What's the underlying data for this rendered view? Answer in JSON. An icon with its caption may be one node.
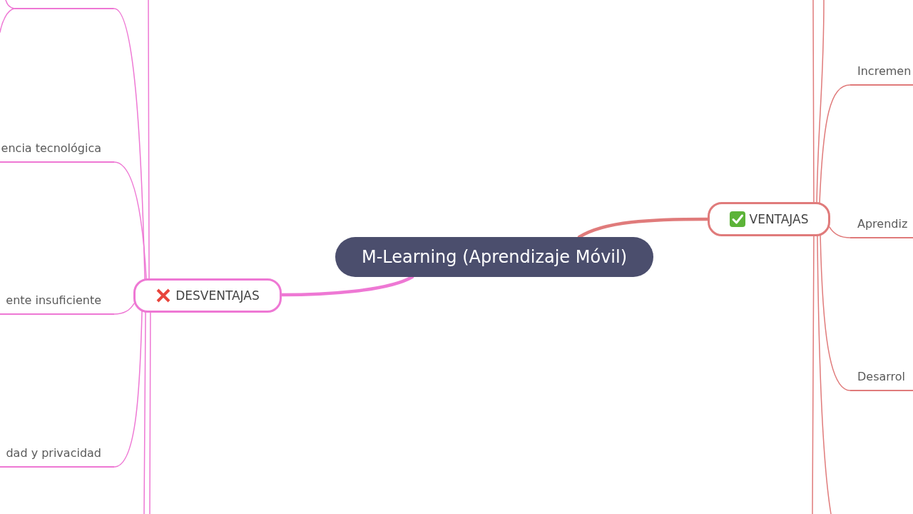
{
  "diagram": {
    "nodes": [
      {
        "text": [
          "M-Learning (Aprendizaje Móvil)"
        ]
      },
      {
        "text": [
          "DESVENTAJAS"
        ]
      },
      {
        "text": [],
        "shape": "bar"
      },
      {
        "text": [
          "encia tecnológica"
        ]
      },
      {
        "text": [
          "ente insuficiente"
        ]
      },
      {
        "text": [
          "dad y privacidad"
        ]
      },
      {
        "text": [
          "VENTAJAS"
        ]
      },
      {
        "text": [
          "Incremen"
        ]
      },
      {
        "text": [
          "Aprendiz"
        ]
      },
      {
        "text": [
          "Desarrol"
        ]
      }
    ],
    "edges": [
      {
        "from": 0,
        "to": 1,
        "arrow": "none",
        "style": "thick"
      },
      {
        "from": 1,
        "to": 2,
        "arrow": "none"
      },
      {
        "from": 1,
        "to": 3,
        "arrow": "none"
      },
      {
        "from": 1,
        "to": 4,
        "arrow": "none"
      },
      {
        "from": 1,
        "to": 5,
        "arrow": "none"
      },
      {
        "from": 1,
        "to": null,
        "arrow": "none"
      },
      {
        "from": 1,
        "to": null,
        "arrow": "none"
      },
      {
        "from": 1,
        "to": null,
        "arrow": "none"
      },
      {
        "from": 2,
        "to": null,
        "arrow": "none"
      },
      {
        "from": 2,
        "to": null,
        "arrow": "none"
      },
      {
        "from": 0,
        "to": 6,
        "arrow": "none",
        "style": "thick",
        "color": "#e07b7b"
      },
      {
        "from": 6,
        "to": 7,
        "arrow": "none",
        "color": "#e07b7b"
      },
      {
        "from": 6,
        "to": 8,
        "arrow": "none",
        "color": "#e07b7b"
      },
      {
        "from": 6,
        "to": 9,
        "arrow": "none",
        "color": "#e07b7b"
      },
      {
        "from": 6,
        "to": null,
        "arrow": "none",
        "color": "#e07b7b"
      },
      {
        "from": 6,
        "to": null,
        "arrow": "none",
        "color": "#e07b7b"
      },
      {
        "from": 6,
        "to": null,
        "arrow": "none",
        "color": "#e07b7b"
      },
      {
        "from": 6,
        "to": null,
        "arrow": "none",
        "color": "#e07b7b"
      }
    ]
  }
}
